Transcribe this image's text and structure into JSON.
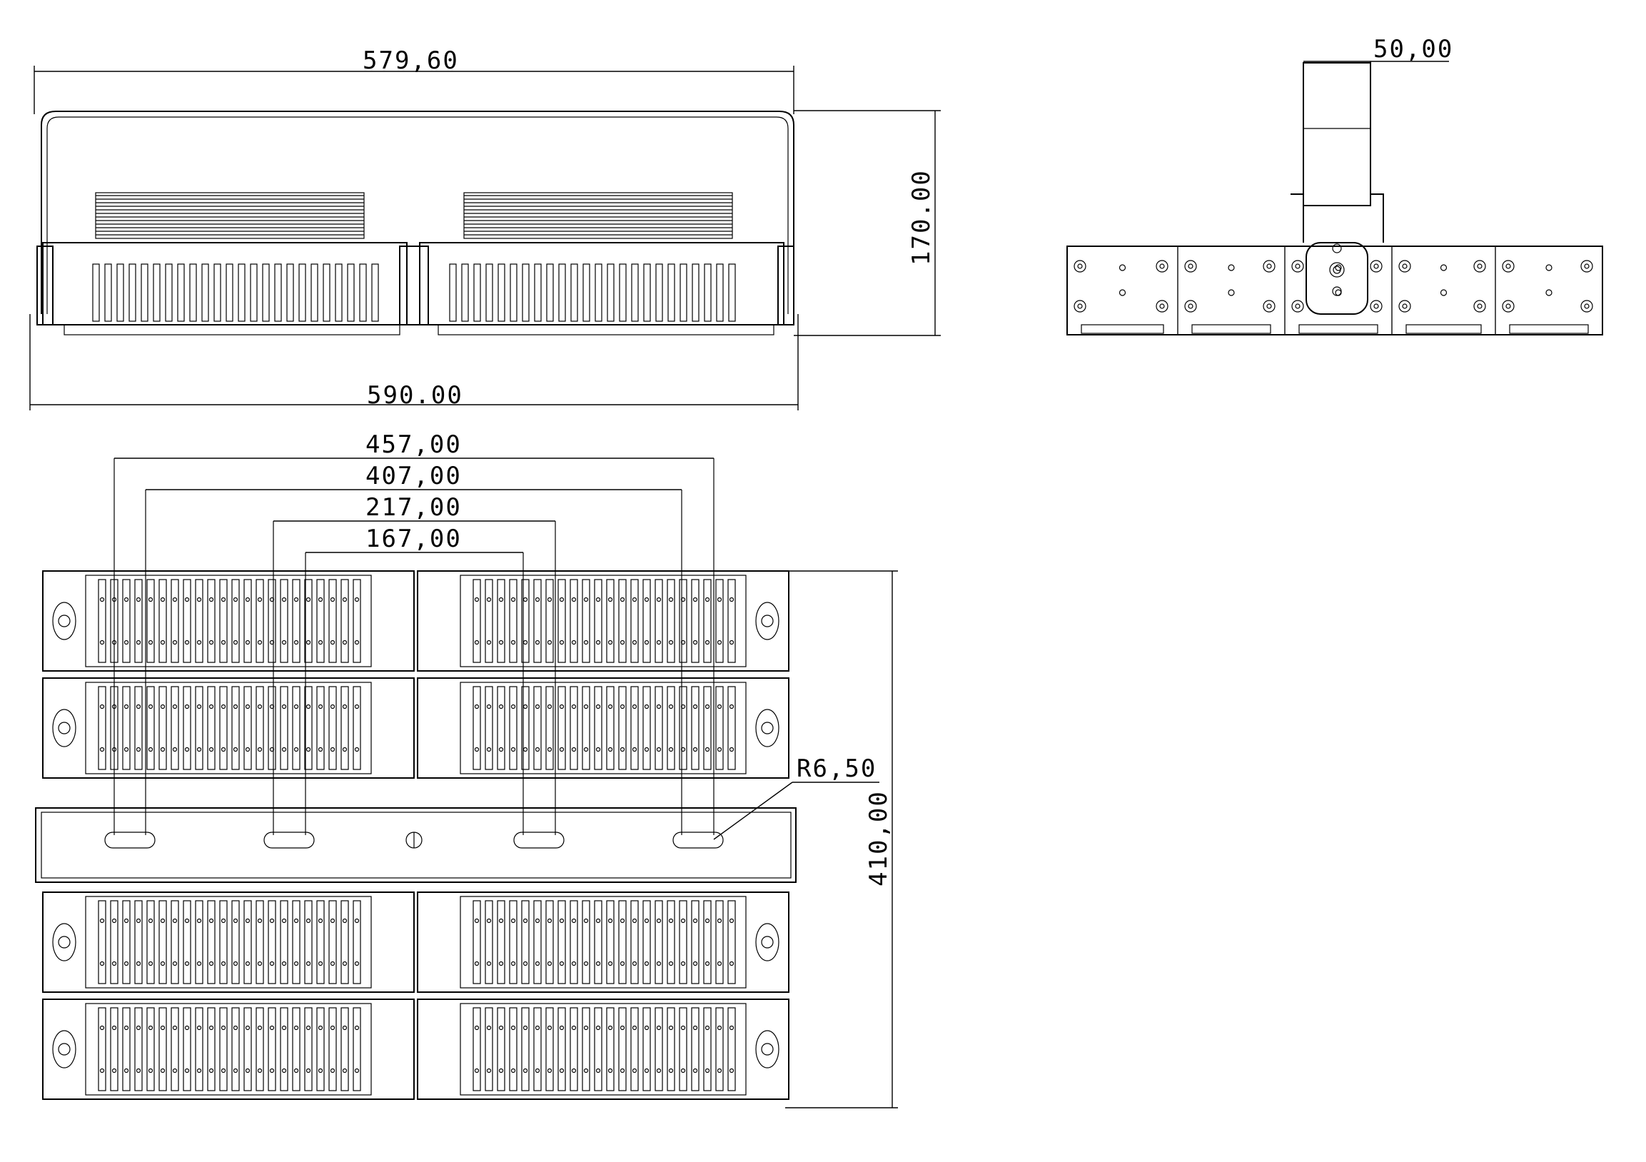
{
  "drawing": {
    "front_view": {
      "top_width": "579,60",
      "bottom_width": "590.00",
      "height": "170.00"
    },
    "side_view": {
      "bracket_width": "50,00"
    },
    "top_view": {
      "slot_spacing_1": "457,00",
      "slot_spacing_2": "407,00",
      "slot_spacing_3": "217,00",
      "slot_spacing_4": "167,00",
      "slot_radius": "R6,50",
      "height": "410,00"
    }
  }
}
